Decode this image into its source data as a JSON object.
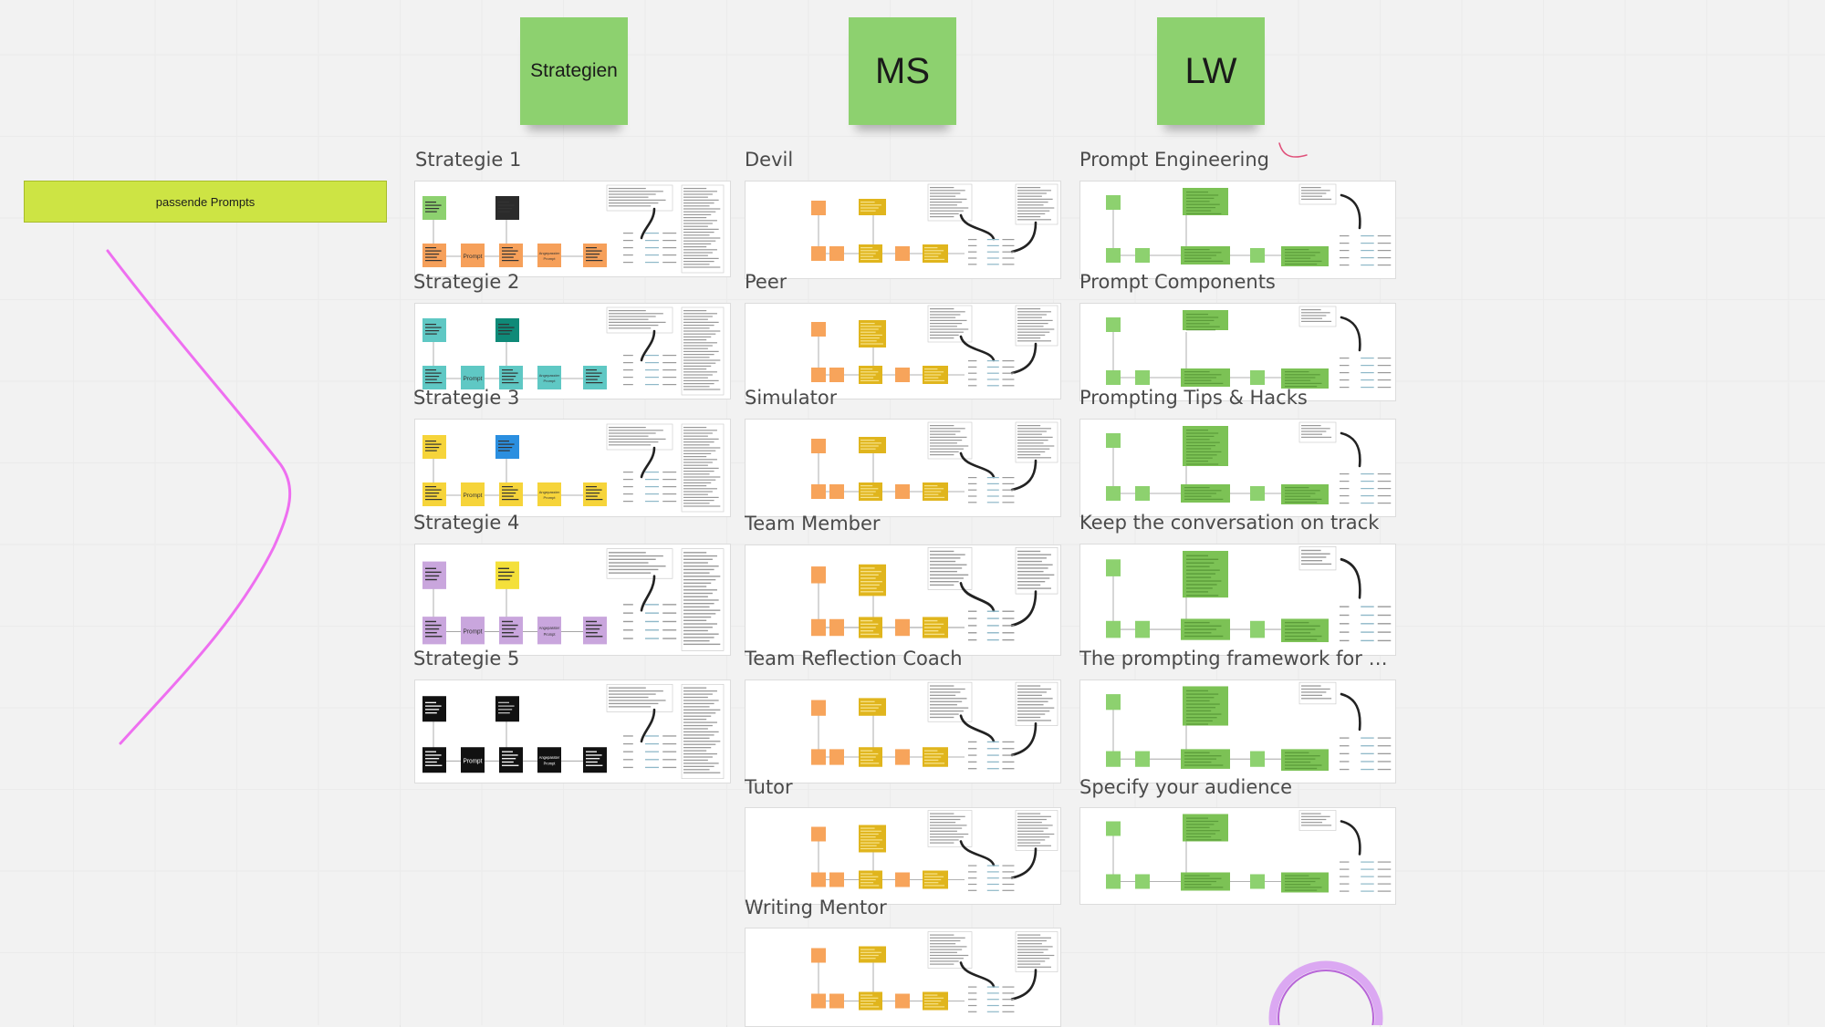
{
  "banner": {
    "text": "passende Prompts"
  },
  "column_headers": {
    "strategien": "Strategien",
    "ms": "MS",
    "lw": "LW"
  },
  "columns": {
    "strategien": [
      {
        "label": "Strategie 1",
        "node_text": "Prompt",
        "output_text": "Angepasster Prompt"
      },
      {
        "label": "Strategie 2",
        "node_text": "Prompt",
        "output_text": "Angepasster Prompt"
      },
      {
        "label": "Strategie 3",
        "node_text": "Prompt",
        "output_text": "Angepasster Prompt"
      },
      {
        "label": "Strategie 4",
        "node_text": "Prompt",
        "output_text": "Angepasster Prompt"
      },
      {
        "label": "Strategie 5",
        "node_text": "Prompt",
        "output_text": "Angepasster Prompt"
      }
    ],
    "ms": [
      {
        "label": "Devil"
      },
      {
        "label": "Peer"
      },
      {
        "label": "Simulator"
      },
      {
        "label": "Team Member"
      },
      {
        "label": "Team Reflection Coach"
      },
      {
        "label": "Tutor"
      },
      {
        "label": "Writing Mentor"
      }
    ],
    "lw": [
      {
        "label": "Prompt Engineering"
      },
      {
        "label": "Prompt Components"
      },
      {
        "label": "Prompting Tips & Hacks"
      },
      {
        "label": "Keep the conversation on track"
      },
      {
        "label": "The prompting framework for cour..."
      },
      {
        "label": "Specify your audience"
      }
    ]
  },
  "colors": {
    "sticky_green": "#8dd16f",
    "banner_lime": "#cde444",
    "pen_magenta": "#ee6ff0",
    "strategie_1": "#f6a05a",
    "strategie_2": "#5fc8c4",
    "strategie_3": "#f6d43a",
    "strategie_4": "#c9a6dd",
    "strategie_5": "#111111",
    "ms_orange": "#f7a45b",
    "ms_yellow": "#e0b51d",
    "lw_green": "#8dd16f"
  }
}
